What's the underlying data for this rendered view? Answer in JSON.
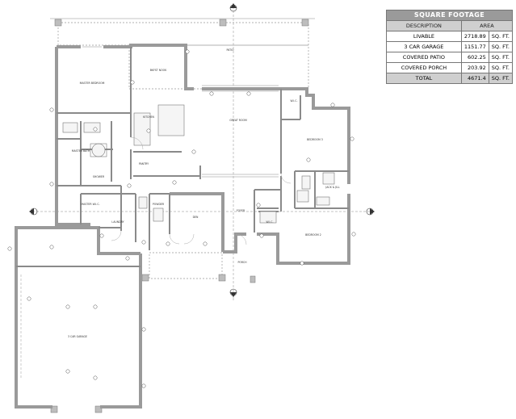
{
  "square_footage": {
    "title": "SQUARE FOOTAGE",
    "headers": {
      "description": "DESCRIPTION",
      "area": "AREA"
    },
    "rows": [
      {
        "description": "LIVABLE",
        "value": "2718.89",
        "unit": "SQ. FT."
      },
      {
        "description": "3 CAR GARAGE",
        "value": "1151.77",
        "unit": "SQ. FT."
      },
      {
        "description": "COVERED PATIO",
        "value": "602.25",
        "unit": "SQ. FT."
      },
      {
        "description": "COVERED PORCH",
        "value": "203.92",
        "unit": "SQ. FT."
      },
      {
        "description": "TOTAL",
        "value": "4671.4",
        "unit": "SQ. FT."
      }
    ]
  },
  "rooms": {
    "master_bedroom": "MASTER BEDROOM",
    "breakfast_nook": "BKFST NOOK",
    "patio": "PATIO",
    "kitchen": "KITCHEN",
    "great_room": "GREAT ROOM",
    "wic_top": "W.I.C.",
    "bedroom_3": "BEDROOM 3",
    "master_bath": "MASTER BATH",
    "pantry": "PANTRY",
    "shower": "SHOWER",
    "master_wic": "MASTER W.I.C.",
    "jack_jill": "JACK & JILL",
    "powder": "POWDER",
    "den": "DEN",
    "foyer": "FOYER",
    "laundry": "LAUNDRY",
    "wic_bottom": "W.I.C.",
    "bedroom_2": "BEDROOM 2",
    "porch": "PORCH",
    "garage": "3 CAR GARAGE"
  }
}
